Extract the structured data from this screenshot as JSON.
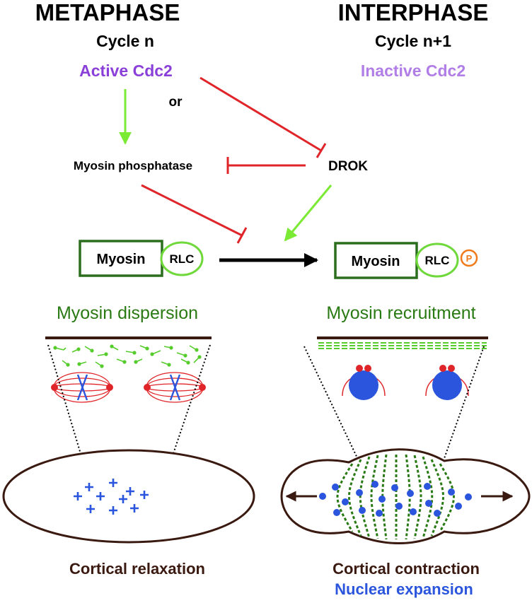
{
  "headings": {
    "left_title": "METAPHASE",
    "left_cycle": "Cycle n",
    "right_title": "INTERPHASE",
    "right_cycle": "Cycle n+1"
  },
  "regulators": {
    "active_cdc2": "Active Cdc2",
    "inactive_cdc2": "Inactive Cdc2",
    "or": "or",
    "myosin_phosphatase": "Myosin phosphatase",
    "drok": "DROK"
  },
  "myosin": {
    "left_label": "Myosin",
    "left_rlc": "RLC",
    "right_label": "Myosin",
    "right_rlc": "RLC",
    "phospho": "P"
  },
  "panels": {
    "left_title": "Myosin dispersion",
    "right_title": "Myosin recruitment",
    "left_caption": "Cortical relaxation",
    "right_caption_1": "Cortical contraction",
    "right_caption_2": "Nuclear expansion"
  },
  "colors": {
    "active_cdc2": "#8a3fd8",
    "inactive_cdc2": "#b07ee6",
    "activation_arrow": "#7bea34",
    "inhibition": "#e0252a",
    "myosin_box": "#2b6e1e",
    "rlc_circle": "#6fd83a",
    "phospho": "#f07a1a",
    "panel_title": "#2a7a14",
    "cortex": "#3a1a10",
    "caption": "#3a1a10",
    "nuclear": "#2a55dc",
    "spindle": "#e0252a"
  }
}
